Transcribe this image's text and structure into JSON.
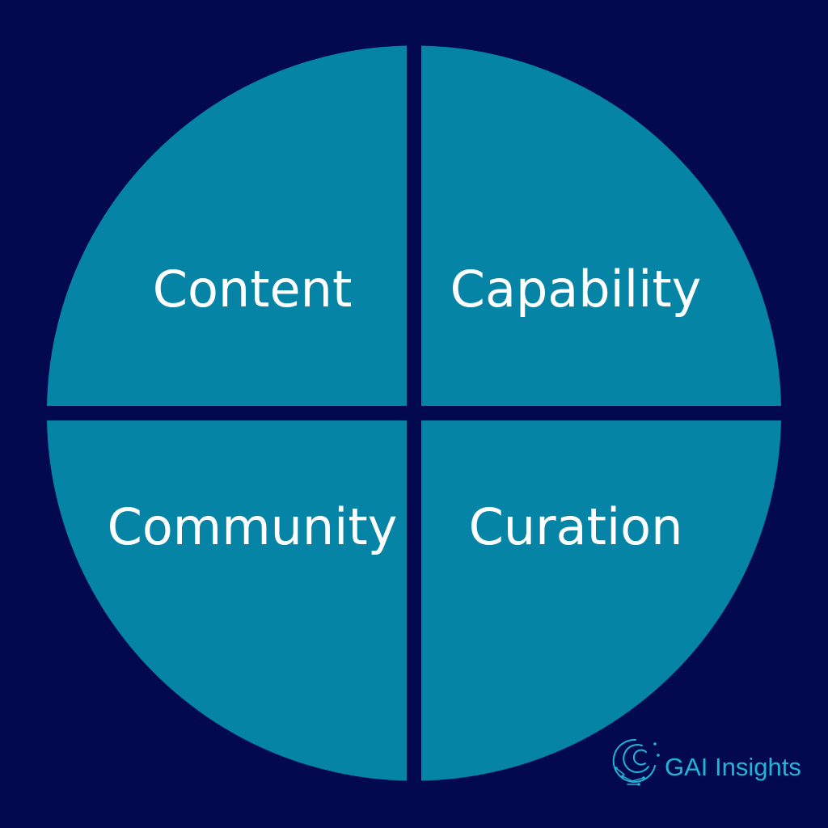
{
  "quadrants": [
    {
      "id": "top-left",
      "label": "Content"
    },
    {
      "id": "top-right",
      "label": "Capability"
    },
    {
      "id": "bottom-left",
      "label": "Community"
    },
    {
      "id": "bottom-right",
      "label": "Curation"
    }
  ],
  "brand": {
    "name": "GAI Insights",
    "icon": "swirl-logo-icon"
  },
  "colors": {
    "background": "#02094f",
    "quadrant_fill": "#0584a6",
    "label_text": "#ffffff",
    "brand_text": "#20b5d6"
  }
}
